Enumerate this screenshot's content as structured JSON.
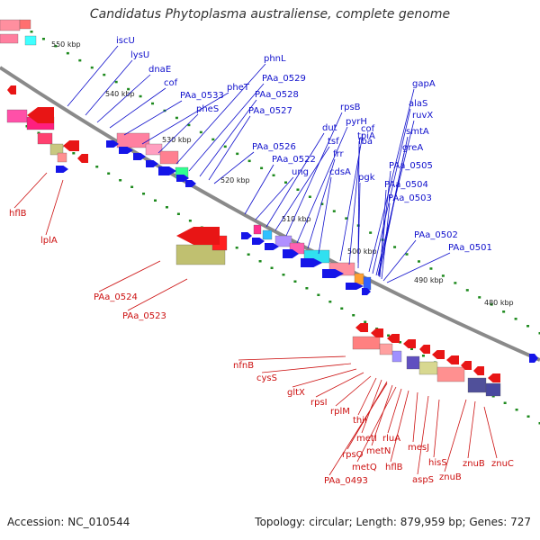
{
  "title": "Candidatus Phytoplasma australiense, complete genome",
  "footer": {
    "accession": "Accession: NC_010544",
    "topology": "Topology: circular; Length: 879,959 bp; Genes: 727"
  },
  "colors": {
    "backbone": "#8a8a8a",
    "plus_label": "#1010cc",
    "minus_label": "#cc1010",
    "tick": "#1e8a1e"
  },
  "kbp_ticks": [
    "550 kbp",
    "540 kbp",
    "530 kbp",
    "520 kbp",
    "510 kbp",
    "500 kbp",
    "490 kbp",
    "480 kbp"
  ],
  "labels_plus": [
    "iscU",
    "lysU",
    "dnaE",
    "cof",
    "PAa_0533",
    "pheT",
    "pheS",
    "phnL",
    "PAa_0529",
    "PAa_0528",
    "PAa_0527",
    "PAa_0526",
    "PAa_0522",
    "ung",
    "dut",
    "tsf",
    "rpsB",
    "pyrH",
    "frr",
    "cdsA",
    "cof",
    "fba",
    "pgk",
    "tpiA",
    "gapA",
    "alaS",
    "ruvX",
    "smtA",
    "greA",
    "PAa_0505",
    "PAa_0504",
    "PAa_0503",
    "PAa_0502",
    "PAa_0501"
  ],
  "labels_minus": [
    "hflB",
    "lplA",
    "PAa_0524",
    "PAa_0523",
    "nfnB",
    "cysS",
    "gltX",
    "rpsI",
    "rplM",
    "thiI",
    "metI",
    "rpsO",
    "metN",
    "metQ",
    "rluA",
    "hflB",
    "PAa_0493",
    "mesJ",
    "aspS",
    "hisS",
    "znuB",
    "znuB",
    "znuC"
  ]
}
